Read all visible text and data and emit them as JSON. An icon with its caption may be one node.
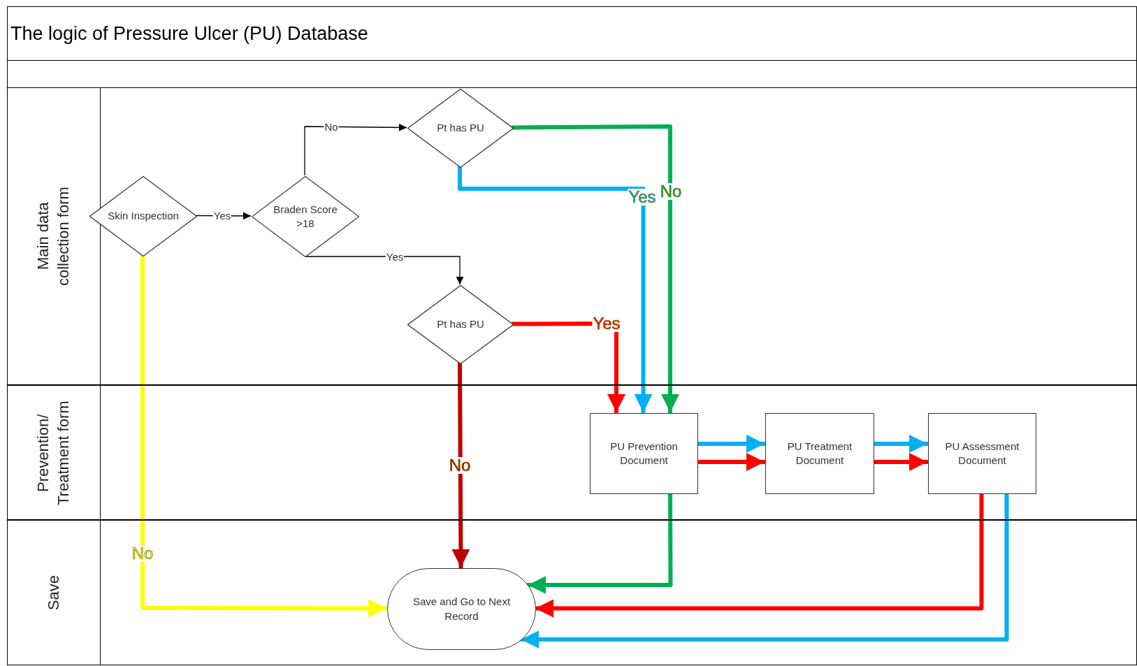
{
  "diagram": {
    "title": "The logic of Pressure Ulcer (PU) Database",
    "nodes": [
      {
        "text": [
          "Main data collection form"
        ]
      },
      {
        "text": [
          "Prevention/ Treatment form"
        ]
      },
      {
        "text": [
          "Save"
        ]
      },
      {
        "text": [
          "Skin Inspection"
        ],
        "in": 0
      },
      {
        "text": [
          "Braden Score >18"
        ],
        "in": 0
      },
      {
        "text": [
          "Pt has PU"
        ],
        "in": 0
      },
      {
        "text": [
          "Pt has PU"
        ],
        "in": 0
      },
      {
        "text": [
          "PU Prevention Document"
        ],
        "in": 1
      },
      {
        "text": [
          "PU Treatment Document"
        ],
        "in": 1
      },
      {
        "text": [
          "PU Assessment Document"
        ],
        "in": 1
      },
      {
        "text": [
          "Save and Go to Next Record"
        ],
        "in": 2
      }
    ],
    "edges": [
      {
        "from": 3,
        "to": 4,
        "arrow": "to",
        "label": "Yes",
        "color": "#000000"
      },
      {
        "from": 4,
        "to": 5,
        "arrow": "to",
        "label": "No",
        "color": "#000000"
      },
      {
        "from": 4,
        "to": 6,
        "arrow": "to",
        "label": "Yes",
        "color": "#000000"
      },
      {
        "from": 3,
        "to": 10,
        "arrow": "to",
        "label": "No",
        "color": "#ffff00"
      },
      {
        "from": 5,
        "to": 7,
        "arrow": "to",
        "label": "No",
        "color": "#00b050"
      },
      {
        "from": 5,
        "to": 7,
        "arrow": "to",
        "label": "Yes",
        "color": "#00b0f0"
      },
      {
        "from": 6,
        "to": 7,
        "arrow": "to",
        "label": "Yes",
        "color": "#ff0000"
      },
      {
        "from": 6,
        "to": 10,
        "arrow": "to",
        "label": "No",
        "color": "#c00000"
      },
      {
        "from": 7,
        "to": 8,
        "arrow": "to",
        "color": "#00b0f0"
      },
      {
        "from": 7,
        "to": 8,
        "arrow": "to",
        "color": "#ff0000"
      },
      {
        "from": 8,
        "to": 9,
        "arrow": "to",
        "color": "#00b0f0"
      },
      {
        "from": 8,
        "to": 9,
        "arrow": "to",
        "color": "#ff0000"
      },
      {
        "from": 7,
        "to": 10,
        "arrow": "to",
        "color": "#00b050"
      },
      {
        "from": 9,
        "to": 10,
        "arrow": "to",
        "color": "#ff0000"
      },
      {
        "from": 9,
        "to": 10,
        "arrow": "to",
        "color": "#00b0f0"
      }
    ]
  }
}
